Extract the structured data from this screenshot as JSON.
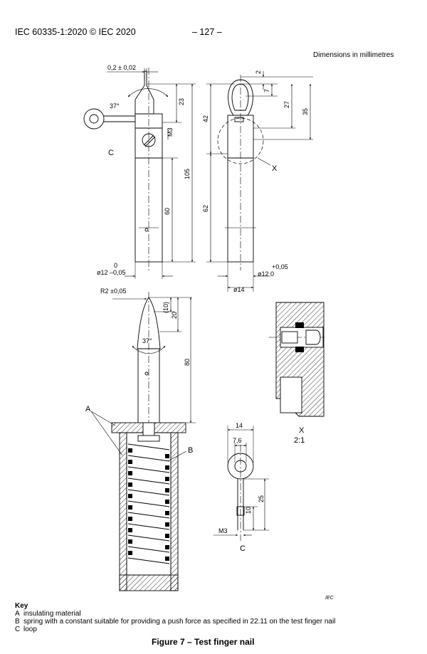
{
  "header": {
    "standard": "IEC 60335-1:2020 © IEC 2020",
    "page": "– 127 –"
  },
  "dimensions_note": "Dimensions in millimetres",
  "drawing": {
    "dims": {
      "tip_width": "0,2 ± 0,02",
      "angle_top": "37°",
      "angle_bottom": "37°",
      "d2": "2",
      "d7": "7",
      "d23": "23",
      "d27": "27",
      "d35": "35",
      "d42": "42",
      "m3_top": "M3",
      "d105": "105",
      "d60": "60",
      "d62": "62",
      "tol_upper_left": "0",
      "dia12_left": "ø12 –0,05",
      "tol_upper_right": "+0,05",
      "dia12_right": "ø12  0",
      "dia14": "ø14",
      "r2": "R2 ±0,05",
      "d10": "(10)",
      "d20": "20",
      "d80": "80",
      "d14": "14",
      "d7_6": "7,6",
      "d25": "25",
      "d10b": "10",
      "m3_bottom": "M3"
    },
    "labels": {
      "c_top": "C",
      "x_top": "X",
      "a": "A",
      "b": "B",
      "c_bottom": "C",
      "x_detail": "X",
      "scale": "2:1",
      "iec": "IEC"
    }
  },
  "key": {
    "title": "Key",
    "items": [
      {
        "letter": "A",
        "text": "insulating material"
      },
      {
        "letter": "B",
        "text": "spring with a constant suitable for providing a push force as specified in 22.11 on the test finger nail"
      },
      {
        "letter": "C",
        "text": "loop"
      }
    ]
  },
  "caption": "Figure 7 – Test finger nail"
}
